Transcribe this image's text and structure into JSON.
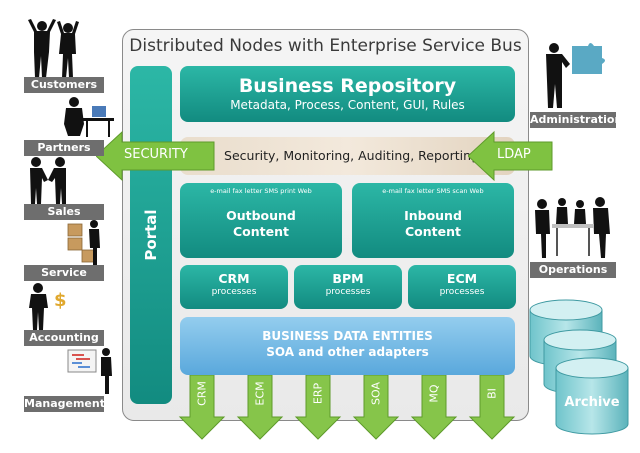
{
  "title": "Distributed Nodes with Enterprise Service Bus",
  "portal": "Portal",
  "repository": {
    "title": "Business Repository",
    "subtitle": "Metadata, Process, Content, GUI, Rules"
  },
  "security_band": {
    "text": "Security, Monitoring, Auditing, Reporting",
    "left_arrow": "SECURITY",
    "right_arrow": "LDAP"
  },
  "outbound": {
    "channels": "e-mail fax letter SMS print Web",
    "title_line1": "Outbound",
    "title_line2": "Content"
  },
  "inbound": {
    "channels": "e-mail fax letter SMS scan Web",
    "title_line1": "Inbound",
    "title_line2": "Content"
  },
  "processes": [
    {
      "title": "CRM",
      "subtitle": "processes"
    },
    {
      "title": "BPM",
      "subtitle": "processes"
    },
    {
      "title": "ECM",
      "subtitle": "processes"
    }
  ],
  "business_data": {
    "line1": "BUSINESS DATA ENTITIES",
    "line2": "SOA and other adapters"
  },
  "adapters": [
    "CRM",
    "ECM",
    "ERP",
    "SOA",
    "MQ",
    "BI"
  ],
  "left_roles": [
    "Customers",
    "Partners",
    "Sales",
    "Service",
    "Accounting",
    "Management"
  ],
  "right_roles": [
    "Administration",
    "Operations"
  ],
  "archive": "Archive",
  "colors": {
    "teal": "#1a9e91",
    "green_arrow": "#7fc241",
    "blue": "#6fb6e4",
    "archive": "#8ed3d8"
  }
}
